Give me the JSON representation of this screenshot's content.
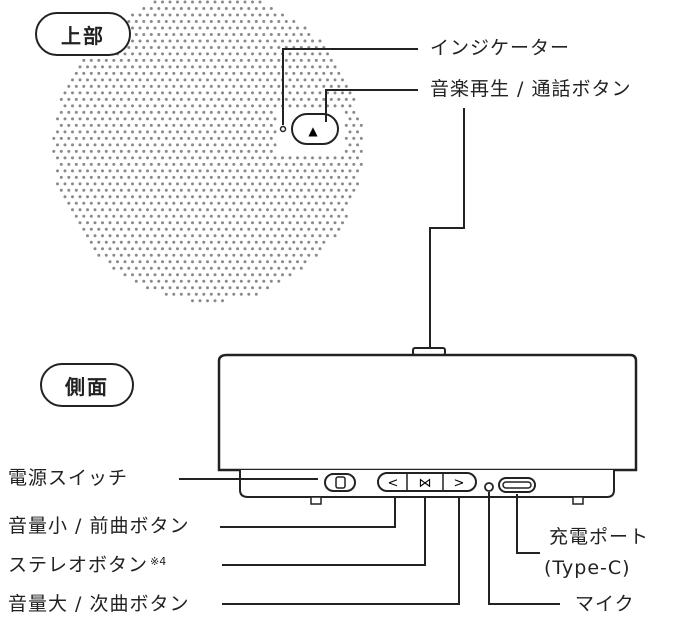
{
  "sections": {
    "top": "上部",
    "side": "側面"
  },
  "callouts": {
    "indicator": "インジケーター",
    "play_call": "音楽再生 / 通話ボタン",
    "power": "電源スイッチ",
    "vol_down": "音量小 / 前曲ボタン",
    "stereo": "ステレオボタン",
    "stereo_note": "※4",
    "vol_up": "音量大 / 次曲ボタン",
    "charge_port_1": "充電ポート",
    "charge_port_2": "(Type-C)",
    "mic": "マイク"
  },
  "buttons": {
    "prev_symbol": "<",
    "stereo_symbol": "⋈",
    "next_symbol": ">",
    "play_symbol": "▲"
  },
  "colors": {
    "line": "#222222",
    "dots": "#8a8a8a"
  }
}
